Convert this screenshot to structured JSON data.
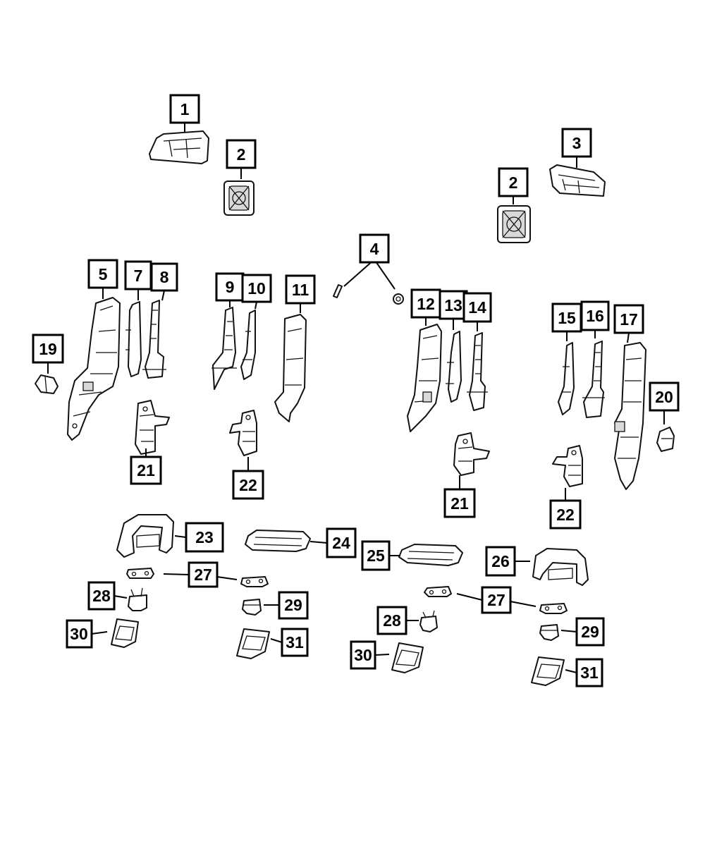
{
  "diagram": {
    "callouts": [
      {
        "id": "c1",
        "label": "1"
      },
      {
        "id": "c2a",
        "label": "2"
      },
      {
        "id": "c2b",
        "label": "2"
      },
      {
        "id": "c3",
        "label": "3"
      },
      {
        "id": "c4",
        "label": "4"
      },
      {
        "id": "c5",
        "label": "5"
      },
      {
        "id": "c7",
        "label": "7"
      },
      {
        "id": "c8",
        "label": "8"
      },
      {
        "id": "c9",
        "label": "9"
      },
      {
        "id": "c10",
        "label": "10"
      },
      {
        "id": "c11",
        "label": "11"
      },
      {
        "id": "c12",
        "label": "12"
      },
      {
        "id": "c13",
        "label": "13"
      },
      {
        "id": "c14",
        "label": "14"
      },
      {
        "id": "c15",
        "label": "15"
      },
      {
        "id": "c16",
        "label": "16"
      },
      {
        "id": "c17",
        "label": "17"
      },
      {
        "id": "c19",
        "label": "19"
      },
      {
        "id": "c20",
        "label": "20"
      },
      {
        "id": "c21a",
        "label": "21"
      },
      {
        "id": "c21b",
        "label": "21"
      },
      {
        "id": "c22a",
        "label": "22"
      },
      {
        "id": "c22b",
        "label": "22"
      },
      {
        "id": "c23",
        "label": "23"
      },
      {
        "id": "c24",
        "label": "24"
      },
      {
        "id": "c25",
        "label": "25"
      },
      {
        "id": "c26",
        "label": "26"
      },
      {
        "id": "c27a",
        "label": "27"
      },
      {
        "id": "c27b",
        "label": "27"
      },
      {
        "id": "c28a",
        "label": "28"
      },
      {
        "id": "c28b",
        "label": "28"
      },
      {
        "id": "c29a",
        "label": "29"
      },
      {
        "id": "c29b",
        "label": "29"
      },
      {
        "id": "c30a",
        "label": "30"
      },
      {
        "id": "c30b",
        "label": "30"
      },
      {
        "id": "c31a",
        "label": "31"
      },
      {
        "id": "c31b",
        "label": "31"
      }
    ]
  }
}
